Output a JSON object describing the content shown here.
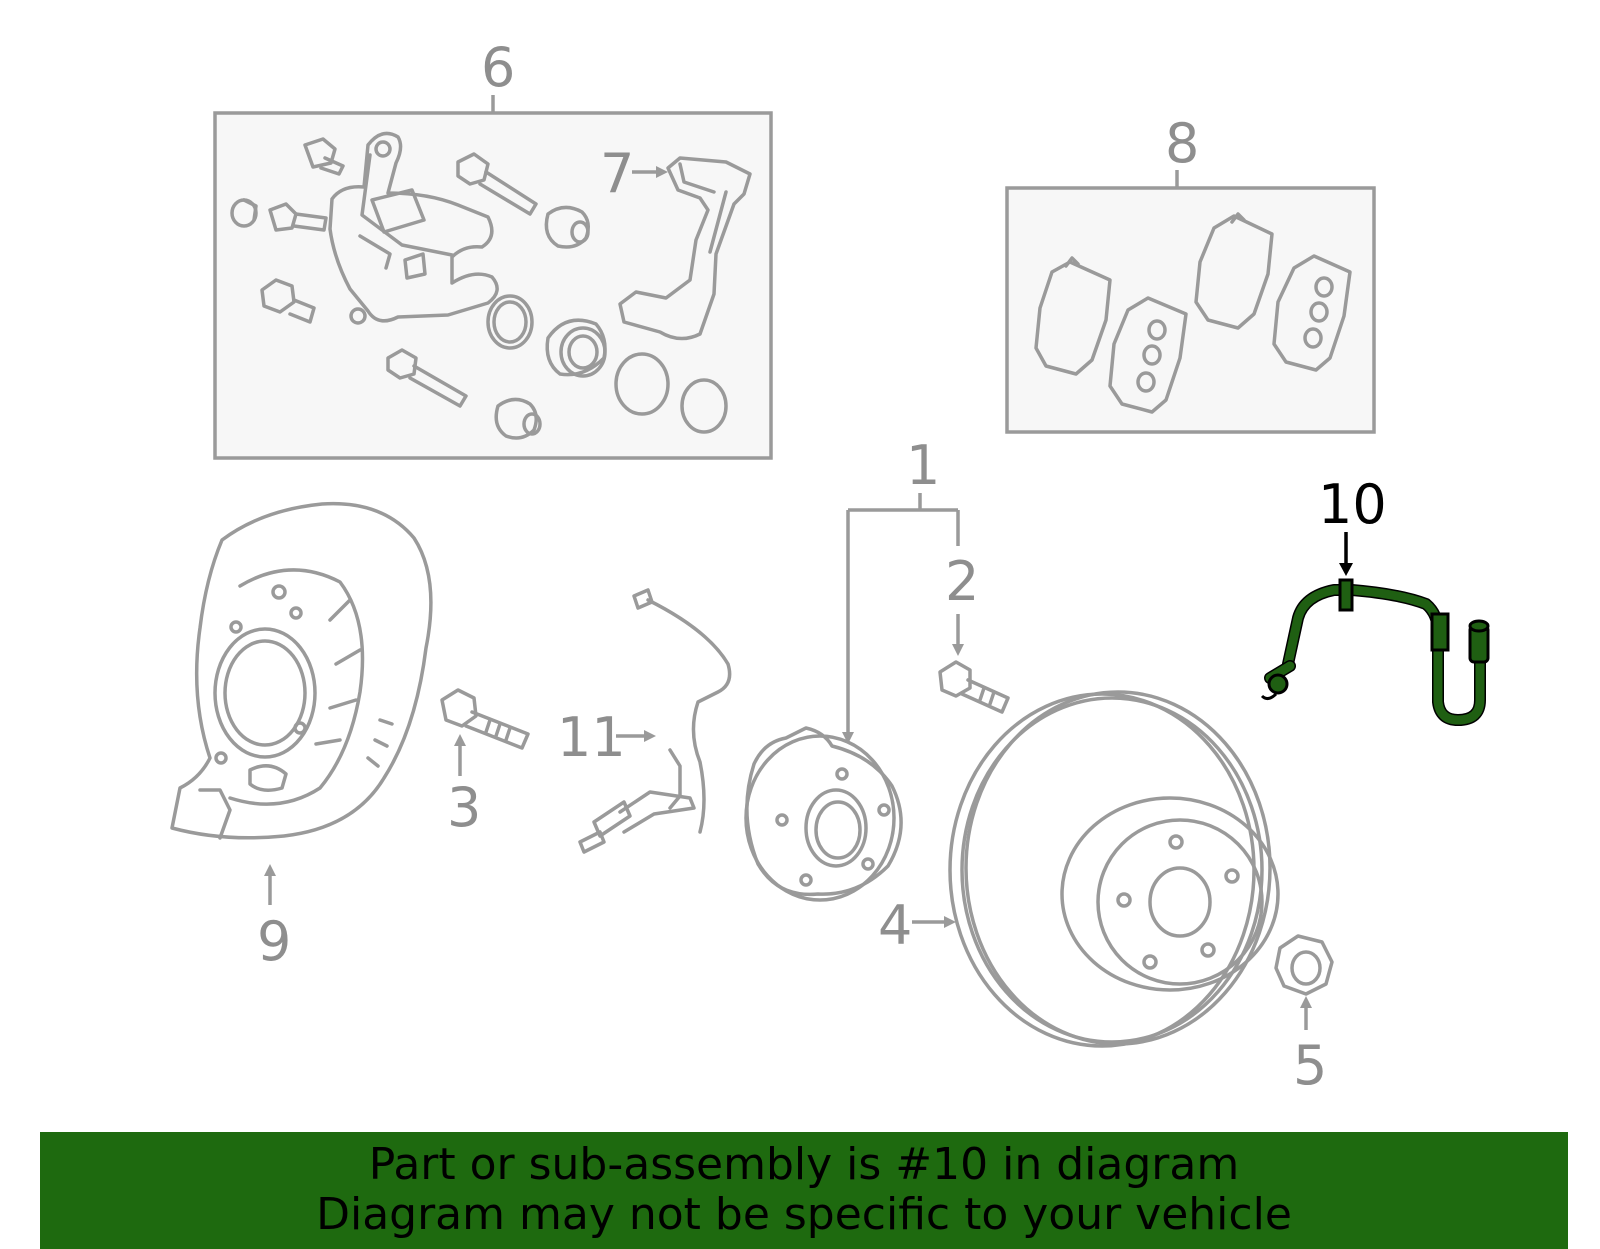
{
  "callouts": {
    "c1": "1",
    "c2": "2",
    "c3": "3",
    "c4": "4",
    "c5": "5",
    "c6": "6",
    "c7": "7",
    "c8": "8",
    "c9": "9",
    "c10": "10",
    "c11": "11"
  },
  "highlighted_callout": "10",
  "colors": {
    "highlight": "#1f5f12",
    "banner": "#1e6a0f",
    "line_art": "#9a9a9a"
  },
  "banner": {
    "line1": "Part or sub-assembly is #10 in diagram",
    "line2": "Diagram may not be specific to your vehicle"
  }
}
